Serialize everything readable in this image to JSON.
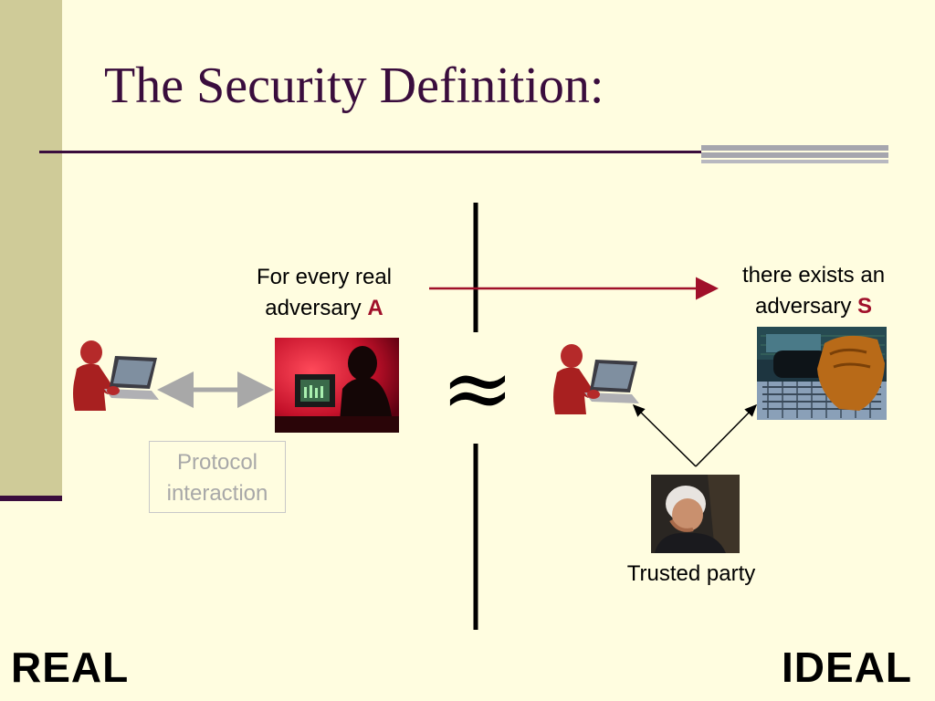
{
  "slide": {
    "title": "The Security Definition:",
    "real_adv_line1": "For every real",
    "real_adv_line2": "adversary",
    "real_adv_letter": "A",
    "ideal_adv_line1": "there exists an",
    "ideal_adv_line2": "adversary",
    "ideal_adv_letter": "S",
    "protocol_line1": "Protocol",
    "protocol_line2": "interaction",
    "trusted_party": "Trusted party",
    "approx_symbol": "≈",
    "real_label": "REAL",
    "ideal_label": "IDEAL"
  },
  "colors": {
    "background": "#fffde0",
    "sidebar": "#cfcb98",
    "title": "#3a0d3d",
    "accent_red": "#a0102a",
    "arrow_grey": "#a8a8a8"
  },
  "icons": [
    "user-laptop-icon",
    "adversary-silhouette-image",
    "hacker-glove-image",
    "trusted-party-portrait"
  ]
}
